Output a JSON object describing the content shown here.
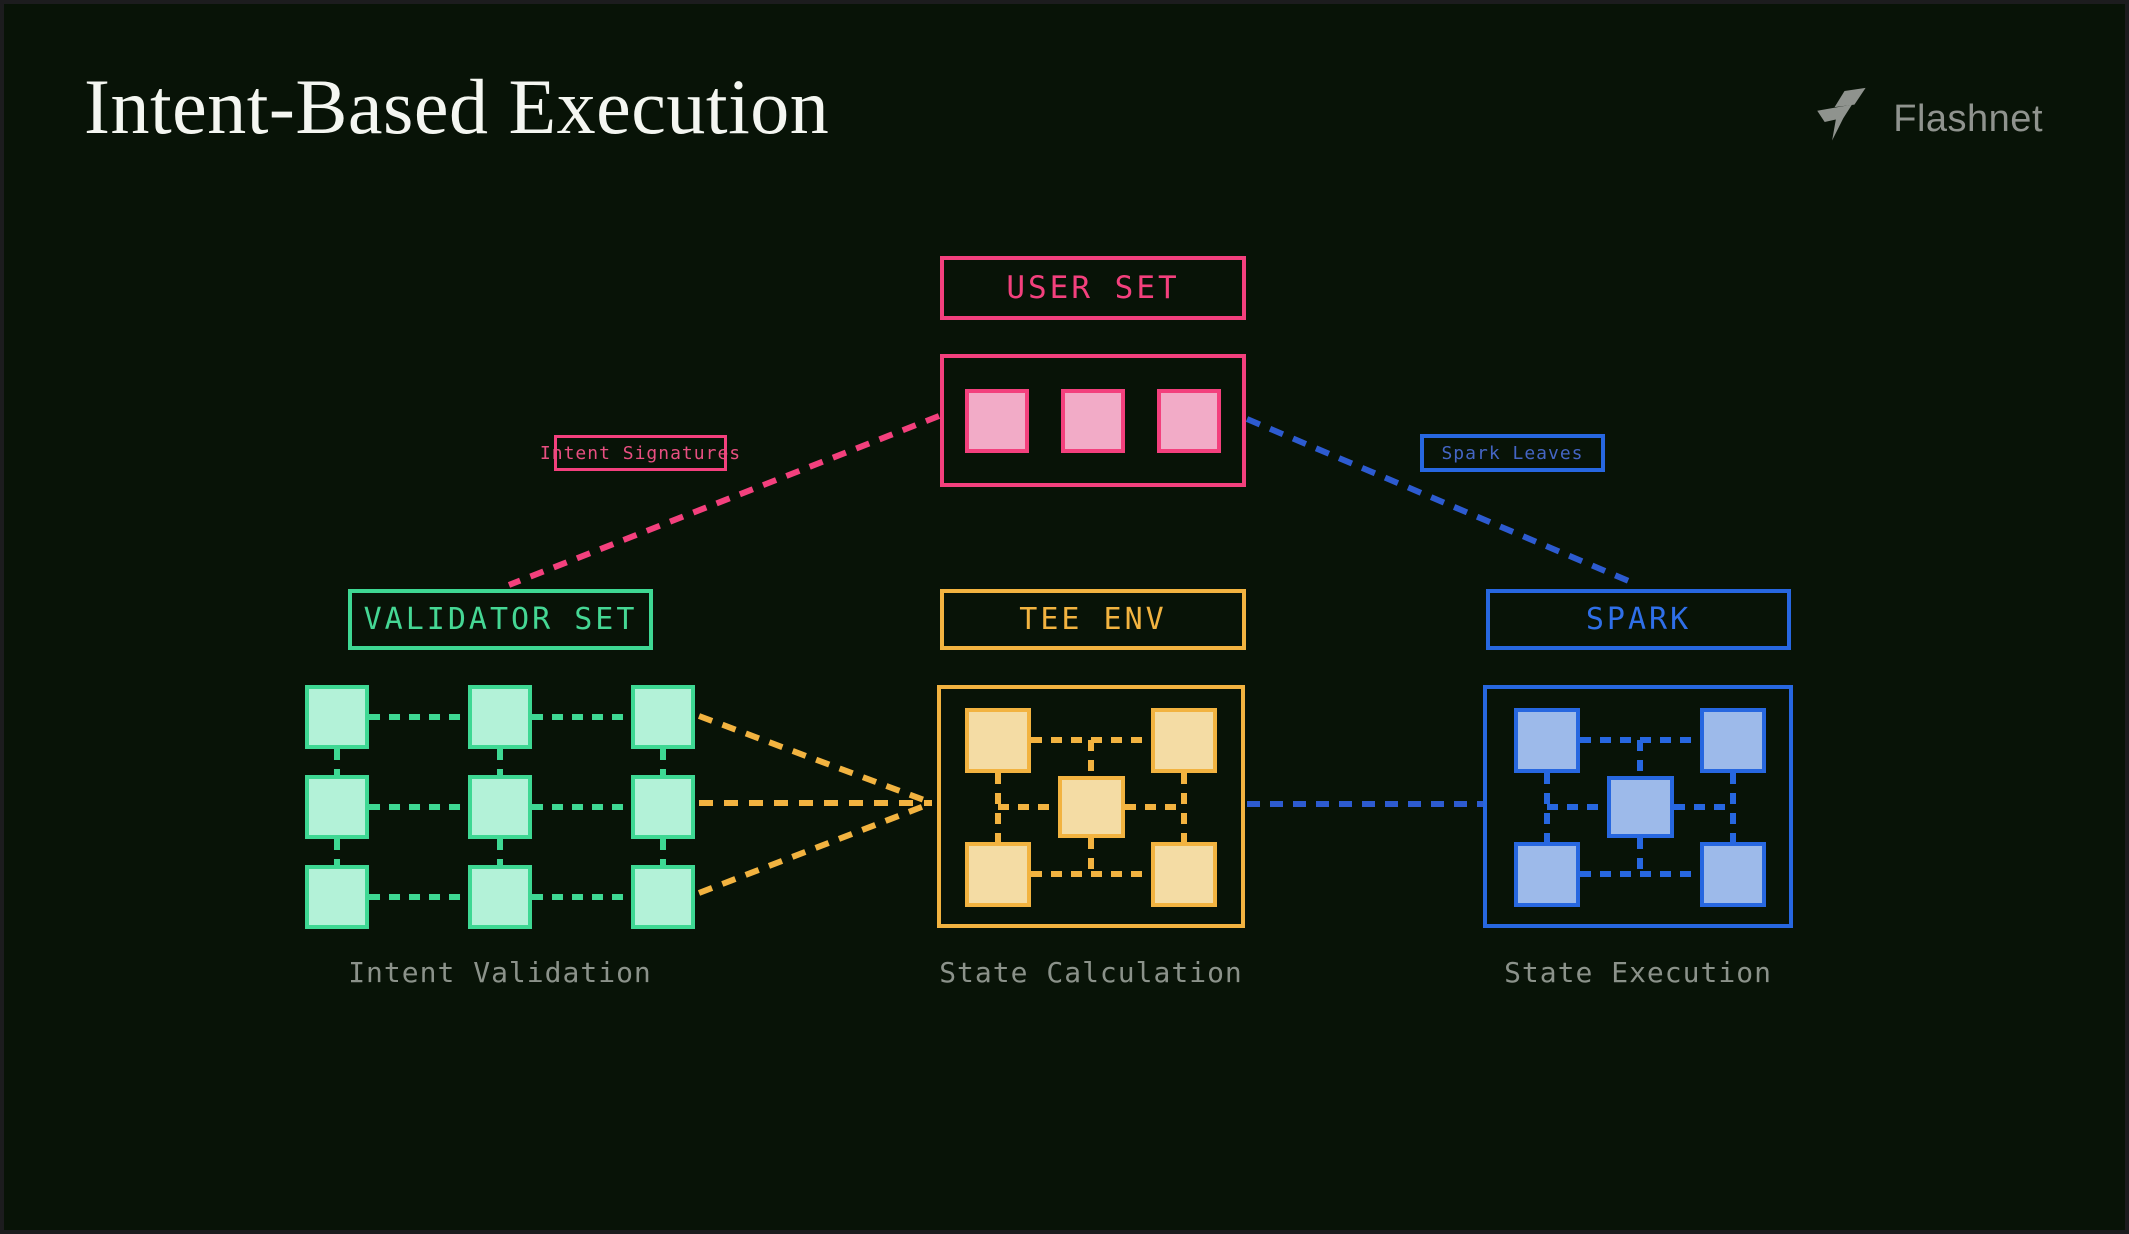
{
  "header": {
    "title": "Intent-Based Execution",
    "logo_text": "Flashnet"
  },
  "nodes": {
    "user_set": {
      "label": "USER SET",
      "node_count": 3
    },
    "validator_set": {
      "label": "VALIDATOR SET",
      "caption": "Intent Validation",
      "node_count": 9
    },
    "tee_env": {
      "label": "TEE ENV",
      "caption": "State Calculation",
      "node_count": 5
    },
    "spark": {
      "label": "SPARK",
      "caption": "State Execution",
      "node_count": 5
    }
  },
  "edges": {
    "intent_signatures_label": "Intent Signatures",
    "spark_leaves_label": "Spark Leaves"
  },
  "colors": {
    "background": "#081307",
    "pink": "#f3407d",
    "pink_fill": "#f2abc7",
    "green": "#3ed893",
    "green_fill": "#b3f2d8",
    "amber": "#f2b340",
    "amber_fill": "#f4dca4",
    "blue": "#2767e0",
    "blue_fill": "#9dbaea",
    "caption_gray": "#8b928a",
    "title_white": "#f4f6f1",
    "logo_gray": "#8f938e"
  }
}
